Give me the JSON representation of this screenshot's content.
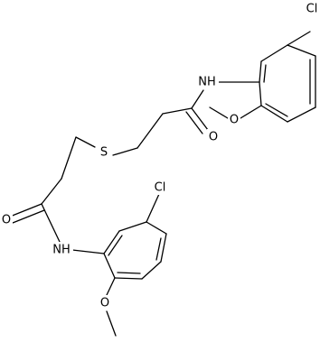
{
  "molecule": {
    "atoms": {
      "cl_top": "Cl",
      "nh_top": "NH",
      "s": "S",
      "o_top_amide": "O",
      "o_top_methoxy": "O",
      "o_bottom_amide": "O",
      "nh_bottom": "NH",
      "cl_bottom": "Cl",
      "o_bottom_methoxy": "O"
    }
  }
}
